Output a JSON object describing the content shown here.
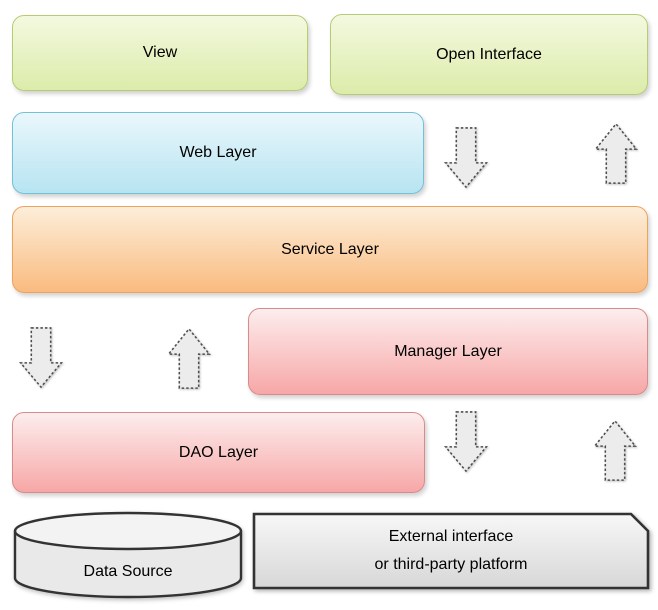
{
  "diagram": {
    "nodes": {
      "view": {
        "label": "View"
      },
      "open_interface": {
        "label": "Open Interface"
      },
      "web_layer": {
        "label": "Web Layer"
      },
      "service_layer": {
        "label": "Service Layer"
      },
      "manager_layer": {
        "label": "Manager Layer"
      },
      "dao_layer": {
        "label": "DAO Layer"
      },
      "data_source": {
        "label": "Data Source",
        "shape": "database-cylinder"
      },
      "external_platform": {
        "label_line1": "External interface",
        "label_line2": "or third-party platform",
        "shape": "cut-corner-box"
      }
    },
    "icons": {
      "down_arrow": "block-arrow-down-dotted",
      "up_arrow": "block-arrow-up-dotted"
    },
    "colors": {
      "canvas_bg": "#ffffff",
      "text": "#000000",
      "green_fill_top": "#f3f9e0",
      "green_fill_bottom": "#dcecaa",
      "green_border": "#b6cb74",
      "blue_fill_top": "#eaf7fc",
      "blue_fill_bottom": "#b7e4f1",
      "blue_border": "#73c0d9",
      "orange_fill_top": "#fdeeda",
      "orange_fill_bottom": "#f9bb7f",
      "orange_border": "#eda35c",
      "pink_fill_top": "#fdeded",
      "pink_fill_bottom": "#f7a7a7",
      "pink_border": "#d88b8b",
      "cyl_fill": "#e9e9e9",
      "cyl_top_fill": "#f3f3f3",
      "gray_fill_top": "#f7f7f7",
      "gray_fill_bottom": "#d7d7d7",
      "dark_border": "#333333",
      "arrow_fill": "#ececec",
      "arrow_stroke": "#4d4d4d"
    }
  }
}
